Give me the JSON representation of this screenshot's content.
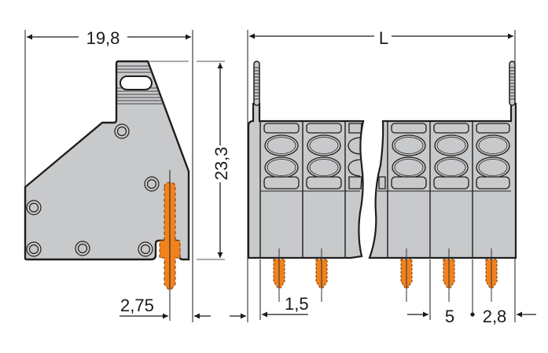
{
  "drawing": {
    "title": "Terminal block dimensional drawing",
    "colors": {
      "housing_fill": "#c8c9cb",
      "outline": "#1e1e1e",
      "pin_fill": "#f0821e",
      "pin_dash": "#7a3a08",
      "dimension_line": "#1a1a1a",
      "background": "#ffffff"
    },
    "side_view": {
      "width_dimension": "19,8",
      "height_dimension": "23,3",
      "pin_offset_dimension": "2,75",
      "screw_holes": 6
    },
    "front_view": {
      "length_dimension": "L",
      "edge_pin_offset": "1,5",
      "pitch_dimension": "5",
      "end_offset_dimension": "2,8",
      "visible_poles": 5,
      "break_line": true
    }
  }
}
